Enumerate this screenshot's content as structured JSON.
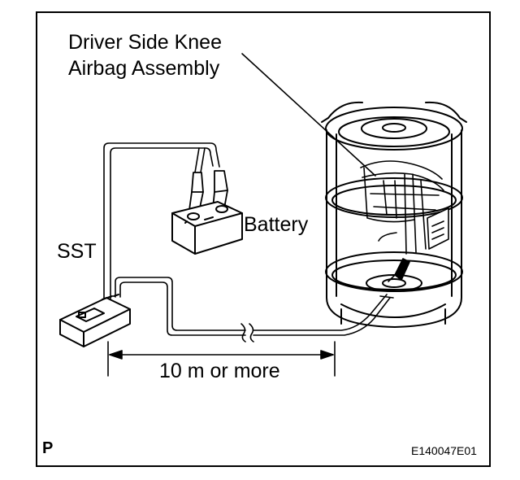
{
  "labels": {
    "knee_airbag_line1": "Driver Side Knee",
    "knee_airbag_line2": "Airbag Assembly",
    "battery": "Battery",
    "sst": "SST",
    "distance": "10 m or more",
    "corner_mark": "P",
    "figure_code": "E140047E01"
  }
}
